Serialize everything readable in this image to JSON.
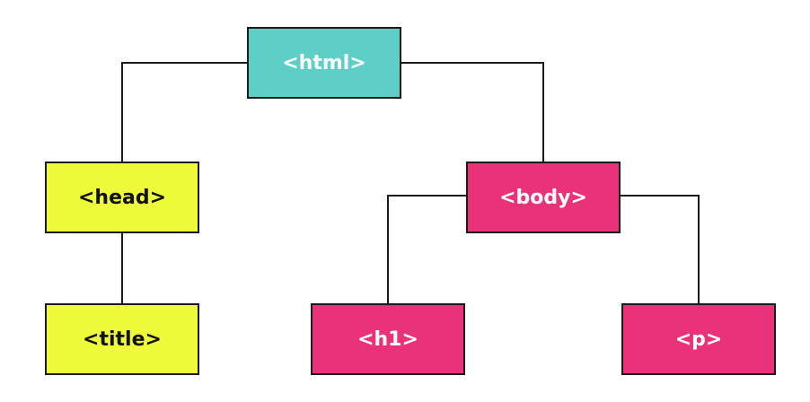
{
  "nodes": {
    "html": {
      "label": "<html>",
      "fill": "#5ecfc6",
      "text_color": "#ffffff"
    },
    "head": {
      "label": "<head>",
      "fill": "#eefb3b",
      "text_color": "#111111"
    },
    "title": {
      "label": "<title>",
      "fill": "#eefb3b",
      "text_color": "#111111"
    },
    "body": {
      "label": "<body>",
      "fill": "#e9327a",
      "text_color": "#ffffff"
    },
    "h1": {
      "label": "<h1>",
      "fill": "#e9327a",
      "text_color": "#ffffff"
    },
    "p": {
      "label": "<p>",
      "fill": "#e9327a",
      "text_color": "#ffffff"
    }
  },
  "edges": [
    {
      "from": "html",
      "to": "head"
    },
    {
      "from": "html",
      "to": "body"
    },
    {
      "from": "head",
      "to": "title"
    },
    {
      "from": "body",
      "to": "h1"
    },
    {
      "from": "body",
      "to": "p"
    }
  ],
  "line_color": "#1a1a1a"
}
